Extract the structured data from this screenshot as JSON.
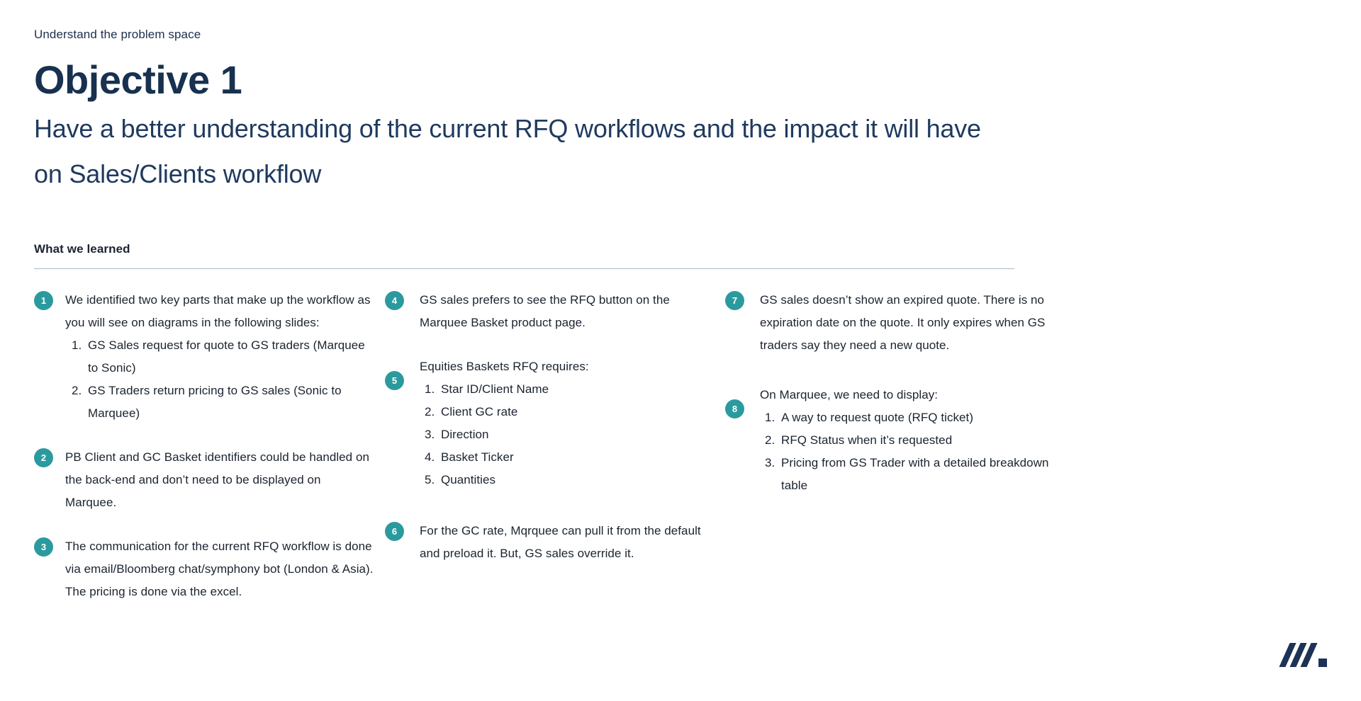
{
  "header": {
    "eyebrow": "Understand the problem space",
    "title": "Objective 1",
    "subtitle": "Have a better understanding of the current RFQ workflows and the impact it will have on Sales/Clients workflow"
  },
  "section": {
    "label": "What we learned"
  },
  "colors": {
    "badge_teal": "#2b9a9e",
    "title_navy": "#17314f",
    "subtitle_navy": "#1f3a5f",
    "body_dark": "#1b2430",
    "divider": "#a8b8c6",
    "logo_navy": "#1c3356"
  },
  "columns": [
    {
      "items": [
        {
          "number": "1",
          "text": "We identified two key parts that make up the workflow as you will see on diagrams in the following slides:",
          "sublist": [
            "GS Sales request for quote to GS traders (Marquee to Sonic)",
            "GS Traders return pricing to GS sales (Sonic to Marquee)"
          ]
        },
        {
          "number": "2",
          "text": "PB Client and GC Basket identifiers could be handled on the back-end and don’t need to be displayed on Marquee.",
          "sublist": []
        },
        {
          "number": "3",
          "text": "The communication for the current RFQ workflow is done via email/Bloomberg chat/symphony bot (London & Asia). The pricing is done via the excel.",
          "sublist": []
        }
      ]
    },
    {
      "items": [
        {
          "number": "4",
          "text": "GS sales prefers to see the RFQ button on the Marquee Basket product page.",
          "sublist": []
        },
        {
          "number": "5",
          "text": "Equities Baskets RFQ requires:",
          "sublist": [
            "Star ID/Client Name",
            "Client GC rate",
            "Direction",
            "Basket Ticker",
            "Quantities"
          ]
        },
        {
          "number": "6",
          "text": "For the GC rate, Mqrquee can pull it from the default and preload it. But, GS sales override it.",
          "sublist": []
        }
      ]
    },
    {
      "items": [
        {
          "number": "7",
          "text": "GS sales doesn’t show an expired quote. There is no expiration date on the quote. It only expires when GS traders say they need a new quote.",
          "sublist": []
        },
        {
          "number": "8",
          "text": "On Marquee, we need to display:",
          "sublist": [
            "A way to request quote (RFQ ticket)",
            "RFQ Status when it’s requested",
            "Pricing from GS Trader with a detailed breakdown table"
          ]
        }
      ]
    }
  ],
  "logo": {
    "name": "company-logo-slashes"
  }
}
